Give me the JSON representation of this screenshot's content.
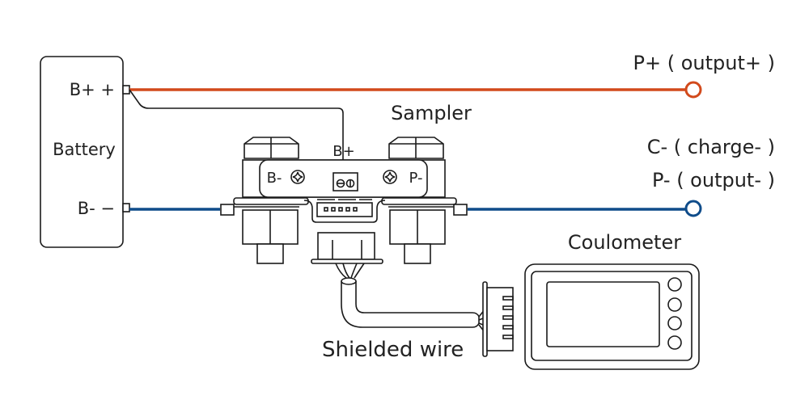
{
  "colors": {
    "positive_wire": "#d24a1c",
    "negative_wire": "#0f4c8a",
    "outline": "#1a1a1a"
  },
  "battery": {
    "label": "Battery",
    "positive_terminal": "B+ +",
    "negative_terminal": "B-  −"
  },
  "sampler": {
    "title": "Sampler",
    "b_plus_label": "B+",
    "b_minus_label": "B-",
    "p_minus_label": "P-"
  },
  "outputs": {
    "p_plus": "P+ ( output+ )",
    "c_minus": "C- ( charge- )",
    "p_minus": "P- ( output- )"
  },
  "coulometer": {
    "title": "Coulometer",
    "button_count": 4
  },
  "cable": {
    "label": "Shielded wire"
  }
}
